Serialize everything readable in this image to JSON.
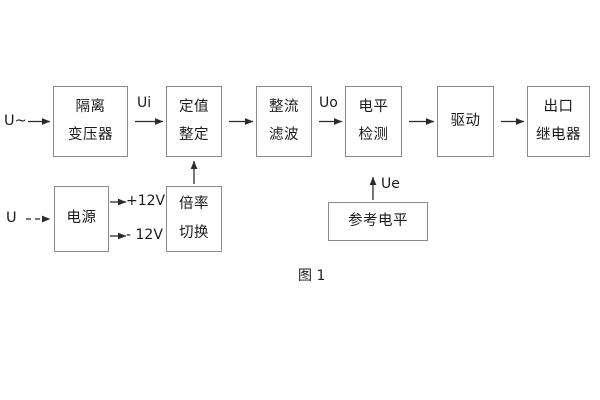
{
  "figure": {
    "caption": "图 1",
    "border_color": "#8a8a8a",
    "text_color": "#1b1b1b",
    "background": "#ffffff"
  },
  "signal_chain": {
    "input_label": "U~",
    "blocks": [
      {
        "name": "isolation-transformer",
        "lines": [
          "隔离",
          "变压器"
        ]
      },
      {
        "name": "setting-value",
        "lines": [
          "定值",
          "整定"
        ]
      },
      {
        "name": "rectifier-filter",
        "lines": [
          "整流",
          "滤波"
        ]
      },
      {
        "name": "level-detection",
        "lines": [
          "电平",
          "检测"
        ]
      },
      {
        "name": "drive",
        "lines": [
          "驱动"
        ]
      },
      {
        "name": "output-relay",
        "lines": [
          "出口",
          "继电器"
        ]
      }
    ],
    "signal_labels": {
      "ui": "Ui",
      "uo": "Uo",
      "ue": "Ue"
    }
  },
  "power_section": {
    "input_label": "U",
    "supply_block": {
      "name": "power-supply",
      "lines": [
        "电源"
      ]
    },
    "rails": [
      {
        "name": "rail-positive",
        "label": "+12V"
      },
      {
        "name": "rail-negative",
        "label": "- 12V"
      }
    ],
    "multiplier_block": {
      "name": "multiplier-switch",
      "lines": [
        "倍率",
        "切换"
      ]
    }
  },
  "reference_section": {
    "reference_block": {
      "name": "reference-level",
      "lines": [
        "参考电平"
      ]
    }
  }
}
